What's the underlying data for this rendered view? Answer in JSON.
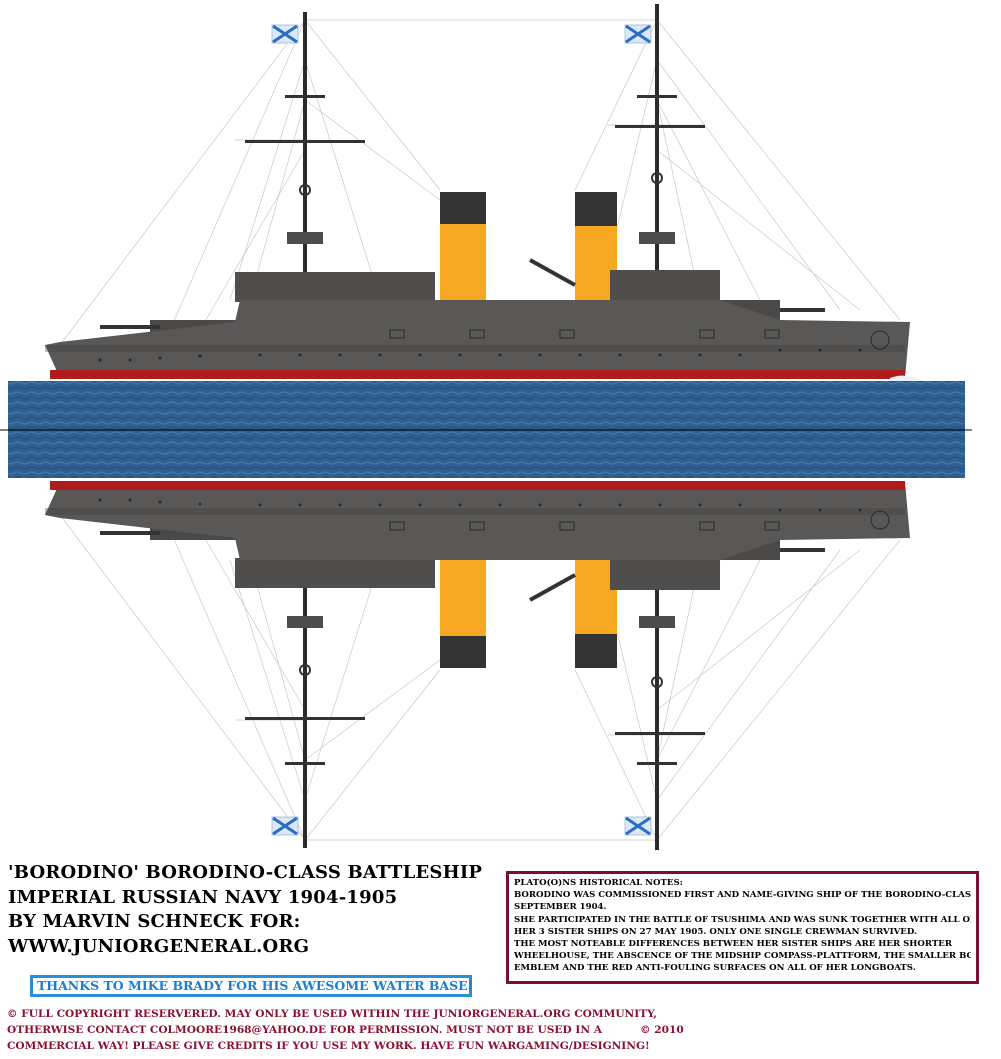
{
  "title": {
    "line1": "'BORODINO' BORODINO-CLASS BATTLESHIP",
    "line2": "IMPERIAL RUSSIAN NAVY 1904-1905",
    "line3": "BY MARVIN SCHNECK FOR:",
    "line4": "WWW.JUNIORGENERAL.ORG"
  },
  "thanks": "THANKS TO MIKE BRADY FOR HIS AWESOME WATER BASE!",
  "notes": {
    "heading": "PLATO(O)NS HISTORICAL NOTES:",
    "lines": [
      "BORODINO WAS COMMISSIONED FIRST AND NAME-GIVING SHIP OF THE BORODINO-CLASS IN",
      "SEPTEMBER 1904.",
      "SHE PARTICIPATED IN THE BATTLE OF TSUSHIMA AND WAS SUNK TOGETHER WITH ALL OF",
      "HER 3 SISTER SHIPS ON 27 MAY 1905. ONLY ONE SINGLE CREWMAN SURVIVED.",
      "THE MOST NOTEABLE DIFFERENCES BETWEEN HER SISTER SHIPS ARE HER SHORTER",
      "WHEELHOUSE, THE ABSCENCE OF THE MIDSHIP COMPASS-PLATTFORM, THE SMALLER BOW",
      "EMBLEM AND THE RED ANTI-FOULING SURFACES ON ALL OF HER LONGBOATS."
    ]
  },
  "copyright": {
    "line1": "© FULL COPYRIGHT RESERVERED. MAY ONLY BE USED WITHIN THE JUNIORGENERAL.ORG COMMUNITY,",
    "line2": "OTHERWISE CONTACT COLMOORE1968@YAHOO.DE FOR PERMISSION. MUST NOT BE USED IN A",
    "line3": "COMMERCIAL WAY! PLEASE GIVE CREDITS IF YOU USE MY WORK. HAVE FUN WARGAMING/DESIGNING!",
    "year": "© 2010"
  },
  "colors": {
    "hull": "#5a5856",
    "hull_dark": "#3f3e3d",
    "funnel": "#f7a823",
    "funnel_cap": "#333333",
    "antifouling": "#b01c1c",
    "water": "#2e5f8f",
    "notes_border": "#7a1030",
    "thanks_border": "#2a8fd6",
    "copyright_text": "#8b1030"
  },
  "icons": {
    "flag": "st-andrew-ensign",
    "ship": "battleship-side-view"
  }
}
